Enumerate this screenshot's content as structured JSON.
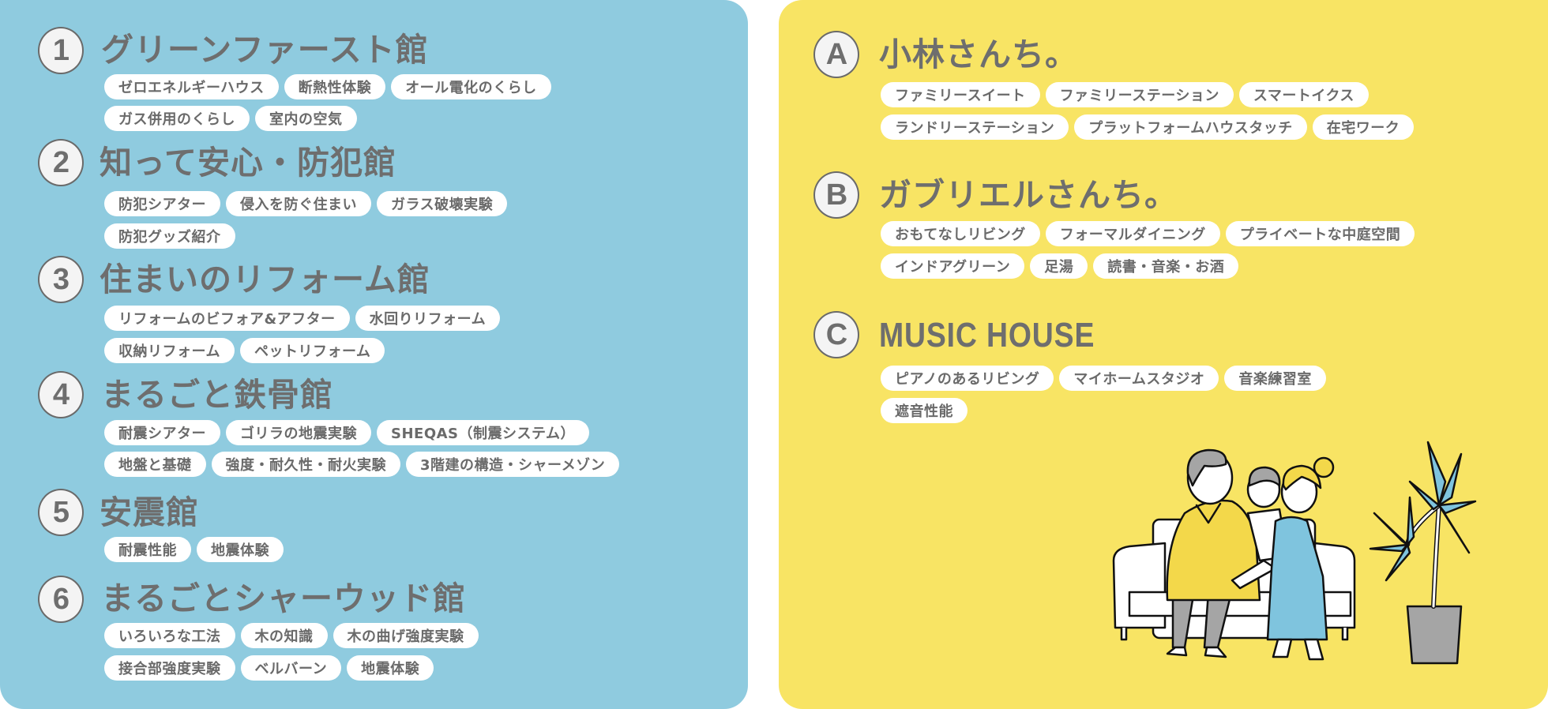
{
  "colors": {
    "left_panel": "#8fcbdf",
    "right_panel": "#f8e464",
    "text": "#6e6e6e",
    "pill_bg": "#ffffff",
    "badge_bg": "#f4f4f4"
  },
  "left_panel": {
    "sections": [
      {
        "badge": "1",
        "title": "グリーンファースト館",
        "rows": [
          [
            "ゼロエネルギーハウス",
            "断熱性体験",
            "オール電化のくらし"
          ],
          [
            "ガス併用のくらし",
            "室内の空気"
          ]
        ]
      },
      {
        "badge": "2",
        "title": "知って安心・防犯館",
        "rows": [
          [
            "防犯シアター",
            "侵入を防ぐ住まい",
            "ガラス破壊実験"
          ],
          [
            "防犯グッズ紹介"
          ]
        ]
      },
      {
        "badge": "3",
        "title": "住まいのリフォーム館",
        "rows": [
          [
            "リフォームのビフォア&アフター",
            "水回りリフォーム"
          ],
          [
            "収納リフォーム",
            "ペットリフォーム"
          ]
        ]
      },
      {
        "badge": "4",
        "title": "まるごと鉄骨館",
        "rows": [
          [
            "耐震シアター",
            "ゴリラの地震実験",
            "SHEQAS（制震システム）"
          ],
          [
            "地盤と基礎",
            "強度・耐久性・耐火実験",
            "3階建の構造・シャーメゾン"
          ]
        ]
      },
      {
        "badge": "5",
        "title": "安震館",
        "rows": [
          [
            "耐震性能",
            "地震体験"
          ]
        ]
      },
      {
        "badge": "6",
        "title": "まるごとシャーウッド館",
        "rows": [
          [
            "いろいろな工法",
            "木の知識",
            "木の曲げ強度実験"
          ],
          [
            "接合部強度実験",
            "ベルバーン",
            "地震体験"
          ]
        ]
      }
    ]
  },
  "right_panel": {
    "sections": [
      {
        "badge": "A",
        "title": "小林さんち。",
        "rows": [
          [
            "ファミリースイート",
            "ファミリーステーション",
            "スマートイクス"
          ],
          [
            "ランドリーステーション",
            "プラットフォームハウスタッチ",
            "在宅ワーク"
          ]
        ]
      },
      {
        "badge": "B",
        "title": "ガブリエルさんち。",
        "rows": [
          [
            "おもてなしリビング",
            "フォーマルダイニング",
            "プライベートな中庭空間"
          ],
          [
            "インドアグリーン",
            "足湯",
            "読書・音楽・お酒"
          ]
        ]
      },
      {
        "badge": "C",
        "title": "MUSIC HOUSE",
        "rows": [
          [
            "ピアノのあるリビング",
            "マイホームスタジオ",
            "音楽練習室"
          ],
          [
            "遮音性能"
          ]
        ]
      }
    ]
  },
  "illustration": {
    "description": "family-on-sofa-with-potted-plant"
  }
}
